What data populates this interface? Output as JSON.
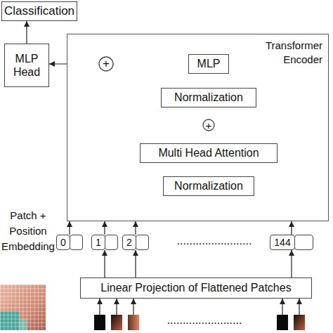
{
  "diagram": {
    "nodes": [
      {
        "text": [
          "Classification"
        ]
      },
      {
        "text": [
          "MLP Head"
        ]
      },
      {
        "text": [
          "Transformer Encoder"
        ]
      },
      {
        "text": [
          "+"
        ],
        "in": 2
      },
      {
        "text": [
          "MLP"
        ],
        "in": 2
      },
      {
        "text": [
          "Normalization"
        ],
        "in": 2
      },
      {
        "text": [
          "+"
        ],
        "in": 2
      },
      {
        "text": [
          "Multi Head Attention"
        ],
        "in": 2
      },
      {
        "text": [
          "Normalization"
        ],
        "in": 2
      },
      {
        "text": [
          "0"
        ]
      },
      {
        "text": [
          "1"
        ]
      },
      {
        "text": [
          "2"
        ]
      },
      {
        "text": [
          "144"
        ]
      },
      {
        "text": [
          "Linear Projection of Flattened Patches"
        ]
      }
    ],
    "edges": [
      {
        "from": 1,
        "to": 0,
        "arrow": "to"
      },
      {
        "from": 3,
        "to": 1,
        "arrow": "to"
      },
      {
        "from": 4,
        "to": 3,
        "arrow": "to"
      },
      {
        "from": 5,
        "to": 4,
        "arrow": "to"
      },
      {
        "from": 6,
        "to": 5,
        "arrow": "to"
      },
      {
        "from": 7,
        "to": 6,
        "arrow": "to"
      },
      {
        "from": 8,
        "to": 7,
        "arrow": "to"
      },
      {
        "from": 9,
        "to": 2,
        "arrow": "to"
      },
      {
        "from": 10,
        "to": 2,
        "arrow": "to"
      },
      {
        "from": 11,
        "to": 2,
        "arrow": "to"
      },
      {
        "from": 12,
        "to": 2,
        "arrow": "to"
      },
      {
        "from": 13,
        "to": 10,
        "arrow": "to"
      },
      {
        "from": 13,
        "to": 11,
        "arrow": "to"
      },
      {
        "from": 13,
        "to": 12,
        "arrow": "to"
      }
    ],
    "labels": [
      "Patch + Position Embedding",
      "........................",
      "........................"
    ]
  }
}
